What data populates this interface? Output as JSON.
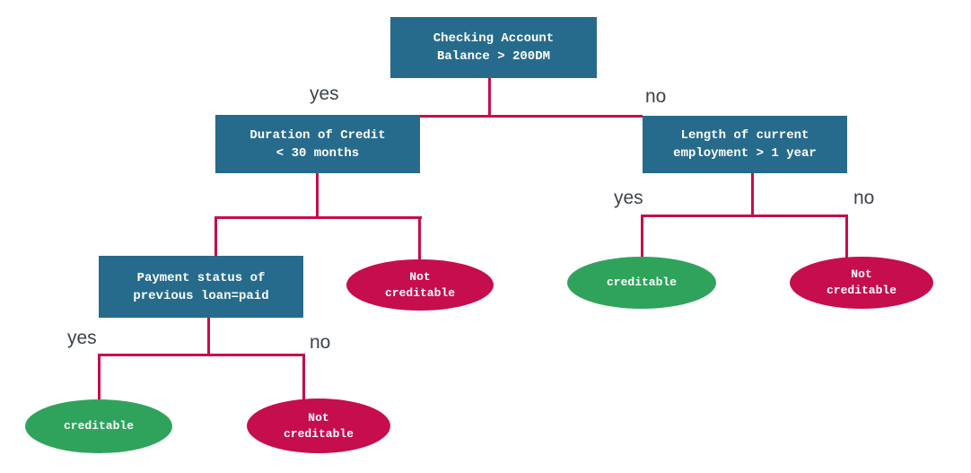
{
  "diagram": {
    "type": "decision-tree"
  },
  "nodes": {
    "root": {
      "line1": "Checking Account",
      "line2": "Balance > 200DM"
    },
    "duration": {
      "line1": "Duration of Credit",
      "line2": "< 30 months"
    },
    "employment": {
      "line1": "Length of current",
      "line2": "employment > 1 year"
    },
    "payment": {
      "line1": "Payment status of",
      "line2": "previous loan=paid"
    }
  },
  "leaves": {
    "creditable": {
      "line1": "creditable"
    },
    "not_creditable": {
      "line1": "Not",
      "line2": "creditable"
    }
  },
  "edge_labels": {
    "yes": "yes",
    "no": "no"
  },
  "colors": {
    "decision_node_fill": "#266b8c",
    "creditable_fill": "#2fa35c",
    "not_creditable_fill": "#c60d4e",
    "edge_line": "#c60d4e",
    "node_text": "#ffffff",
    "edge_label_text": "#3d434b",
    "background": "#ffffff"
  }
}
